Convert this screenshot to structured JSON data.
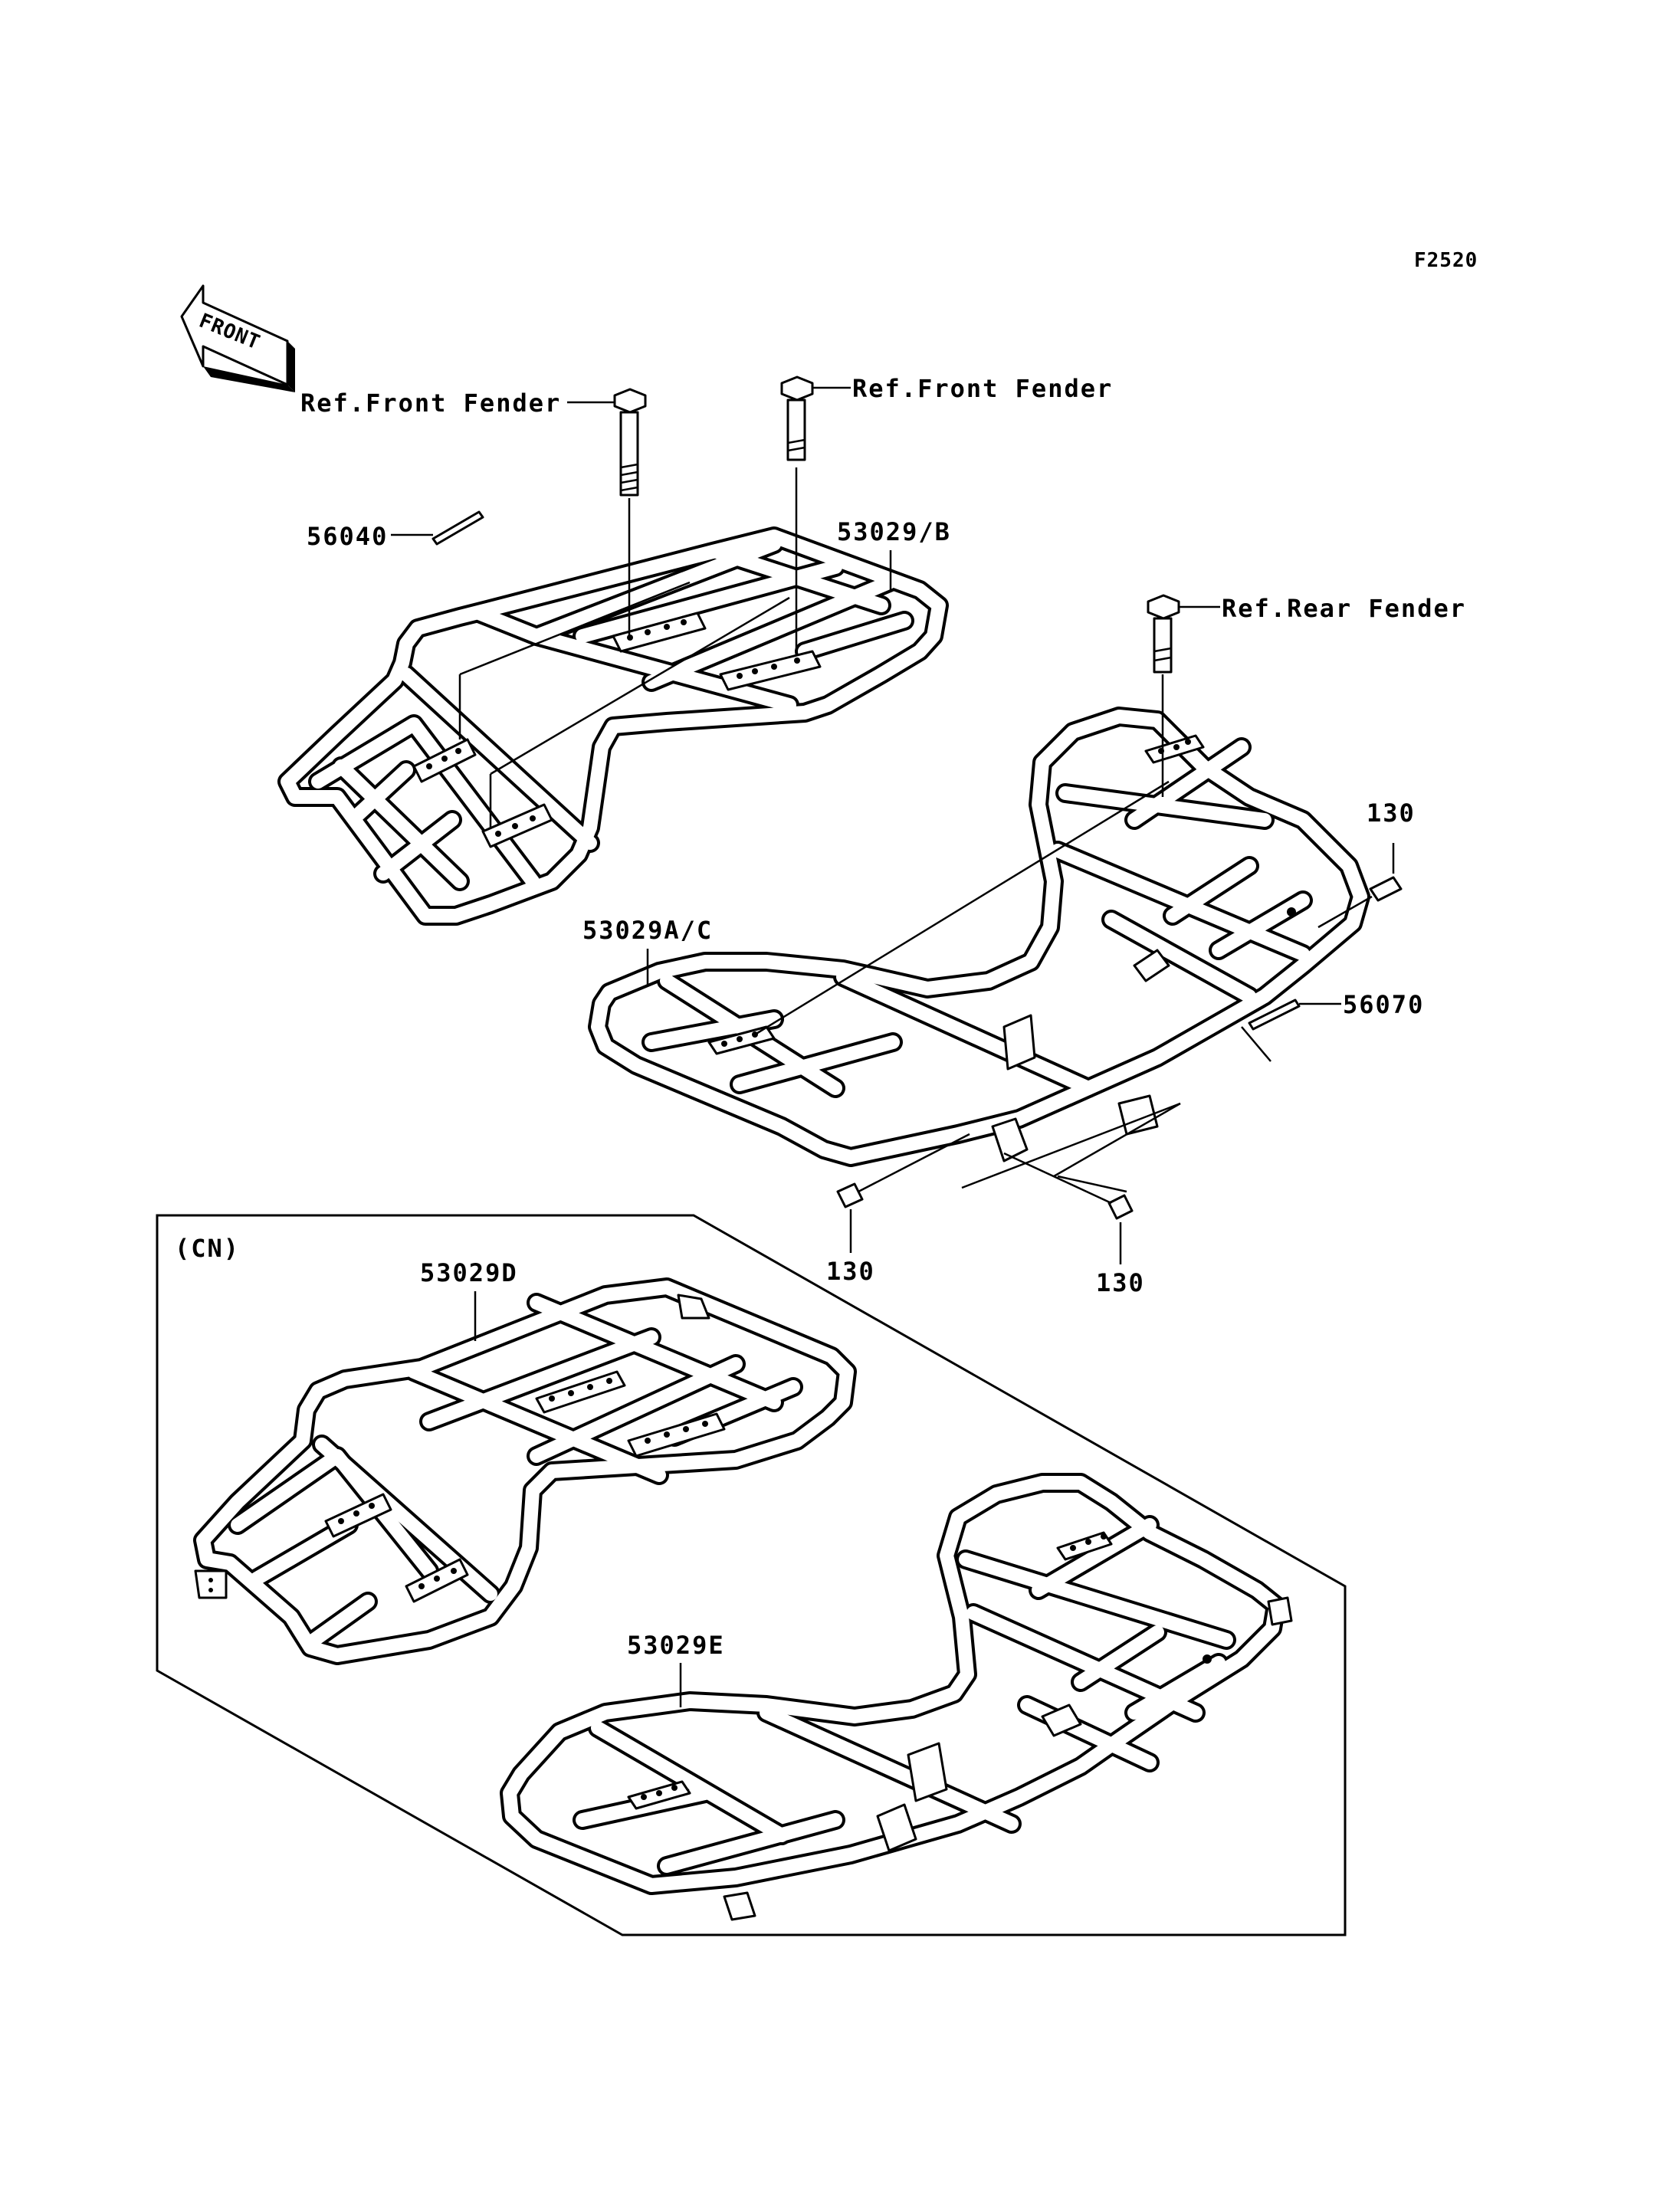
{
  "figure_code": "F2520",
  "front_arrow": "FRONT",
  "region_label": "(CN)",
  "callouts": {
    "ref_front_fender_left": "Ref.Front Fender",
    "ref_front_fender_right": "Ref.Front Fender",
    "ref_rear_fender": "Ref.Rear Fender",
    "p56040": "56040",
    "p53029B": "53029/B",
    "p53029AC": "53029A/C",
    "p56070": "56070",
    "p130_a": "130",
    "p130_b": "130",
    "p130_c": "130",
    "p53029D": "53029D",
    "p53029E": "53029E"
  }
}
